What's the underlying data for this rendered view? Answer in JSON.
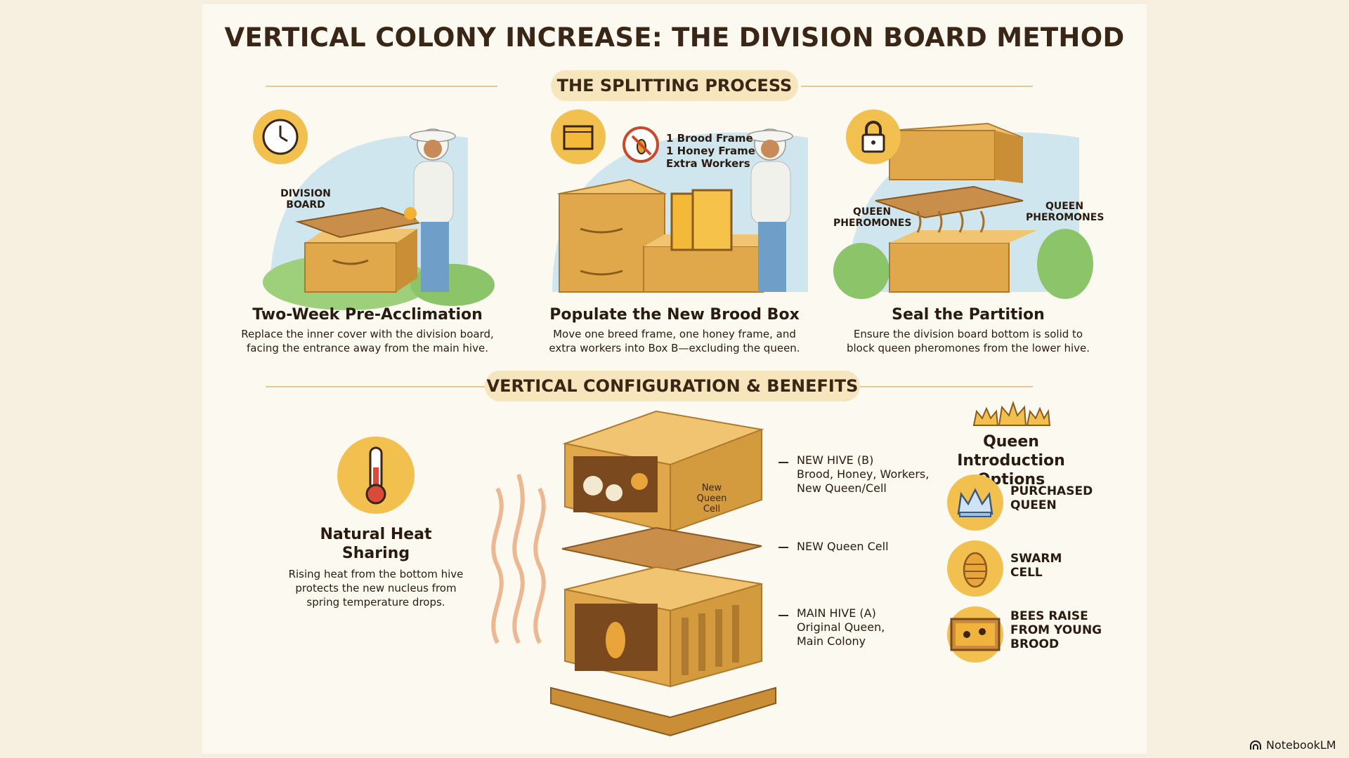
{
  "title": "VERTICAL COLONY INCREASE: THE DIVISION BOARD METHOD",
  "sections": {
    "process": "THE SPLITTING PROCESS",
    "config": "VERTICAL CONFIGURATION & BENEFITS"
  },
  "steps": [
    {
      "icon": "clock-icon",
      "title": "Two-Week Pre-Acclimation",
      "desc_line1": "Replace the inner cover with the division board,",
      "desc_line2": "facing the entrance away from the main hive.",
      "labels": {
        "board_line1": "DIVISION",
        "board_line2": "BOARD"
      }
    },
    {
      "icon": "frame-icon",
      "title": "Populate the New Brood Box",
      "desc_line1": "Move one breed frame, one honey frame, and",
      "desc_line2": "extra workers into Box B—excluding the queen.",
      "labels": {
        "line1": "1 Brood Frame",
        "line2": "1 Honey Frame",
        "line3": "Extra Workers"
      }
    },
    {
      "icon": "lock-icon",
      "title": "Seal the Partition",
      "desc_line1": "Ensure the division board bottom is solid to",
      "desc_line2": "block queen pheromones from the lower hive.",
      "labels": {
        "left_line1": "QUEEN",
        "left_line2": "PHEROMONES",
        "right_line1": "QUEEN",
        "right_line2": "PHEROMONES"
      }
    }
  ],
  "heat": {
    "title_line1": "Natural Heat",
    "title_line2": "Sharing",
    "desc_line1": "Rising heat from the bottom hive",
    "desc_line2": "protects the new nucleus from",
    "desc_line3": "spring temperature drops."
  },
  "hive": {
    "new_hive_title": "NEW HIVE (B)",
    "new_hive_line1": "Brood, Honey, Workers,",
    "new_hive_line2": "New Queen/Cell",
    "box_badge_line1": "New",
    "box_badge_line2": "Queen Cell",
    "board_label": "NEW Queen Cell",
    "main_hive_title": "MAIN HIVE (A)",
    "main_hive_line1": "Original Queen,",
    "main_hive_line2": "Main Colony"
  },
  "queen_options": {
    "title_line1": "Queen Introduction",
    "title_line2": "Options",
    "items": [
      {
        "icon": "crown-icon",
        "line1": "PURCHASED",
        "line2": "QUEEN",
        "line3": ""
      },
      {
        "icon": "swarm-cell-icon",
        "line1": "SWARM",
        "line2": "CELL",
        "line3": ""
      },
      {
        "icon": "brood-frame-icon",
        "line1": "BEES RAISE",
        "line2": "FROM YOUNG",
        "line3": "BROOD"
      }
    ]
  },
  "brand": "NotebookLM",
  "colors": {
    "accent": "#f2c04e",
    "wood": "#e0a84a",
    "wood_dark": "#b07a2e",
    "text": "#2a1b10"
  }
}
